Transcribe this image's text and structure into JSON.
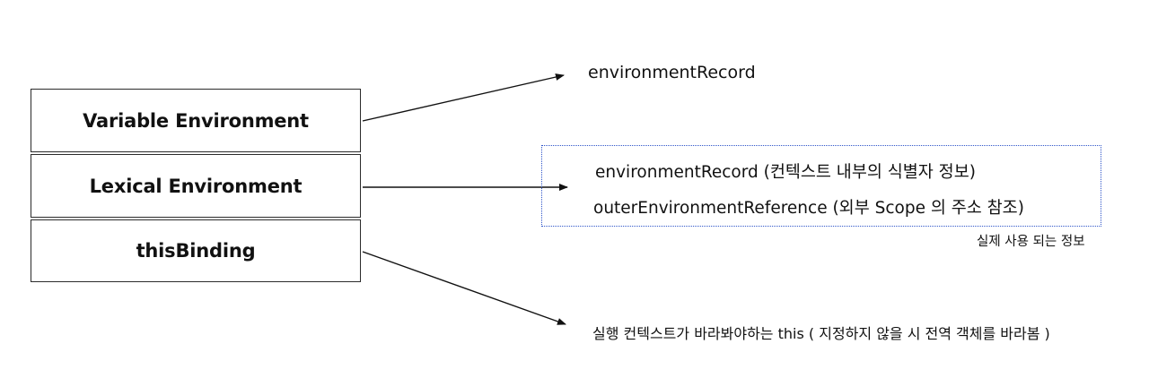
{
  "boxes": {
    "variable_environment": "Variable Environment",
    "lexical_environment": "Lexical Environment",
    "this_binding": "thisBinding"
  },
  "targets": {
    "variable_target": "environmentRecord",
    "lexical_lines": [
      "environmentRecord (컨텍스트 내부의 식별자 정보)",
      "outerEnvironmentReference (외부 Scope 의 주소 참조)"
    ],
    "lexical_caption": "실제 사용 되는 정보",
    "this_target": "실행 컨텍스트가 바라봐야하는 this ( 지정하지 않을 시 전역 객체를 바라봄 )"
  },
  "colors": {
    "box_border": "#2b2b2b",
    "arrow": "#111111",
    "dotted_group_border": "#2f55c9",
    "text": "#111111"
  }
}
